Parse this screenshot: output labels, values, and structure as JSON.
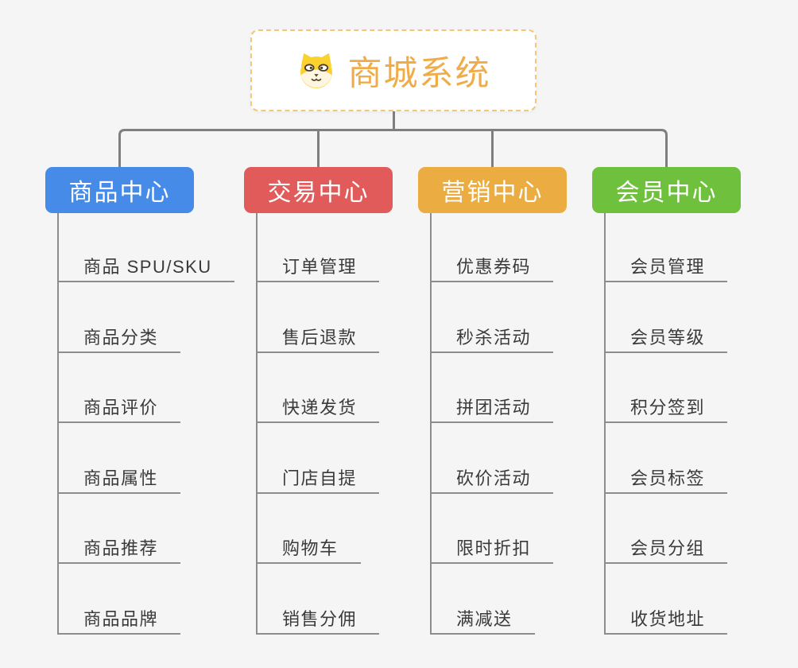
{
  "root": {
    "title": "商城系统",
    "icon": "dog-face-icon",
    "title_color": "#F0AC48",
    "border_color": "#F2C779",
    "background": "#FFFFFF"
  },
  "canvas": {
    "background_color": "#F5F5F5",
    "connector_color": "#7F7F7F",
    "underline_color": "#8D8D8D"
  },
  "branches": [
    {
      "key": "product-center",
      "label": "商品中心",
      "color": "#478BE8",
      "children": [
        "商品 SPU/SKU",
        "商品分类",
        "商品评价",
        "商品属性",
        "商品推荐",
        "商品品牌"
      ]
    },
    {
      "key": "trade-center",
      "label": "交易中心",
      "color": "#E25B5B",
      "children": [
        "订单管理",
        "售后退款",
        "快递发货",
        "门店自提",
        "购物车",
        "销售分佣"
      ]
    },
    {
      "key": "marketing-center",
      "label": "营销中心",
      "color": "#EBAD42",
      "children": [
        "优惠券码",
        "秒杀活动",
        "拼团活动",
        "砍价活动",
        "限时折扣",
        "满减送"
      ]
    },
    {
      "key": "member-center",
      "label": "会员中心",
      "color": "#6FC13D",
      "children": [
        "会员管理",
        "会员等级",
        "积分签到",
        "会员标签",
        "会员分组",
        "收货地址"
      ]
    }
  ]
}
